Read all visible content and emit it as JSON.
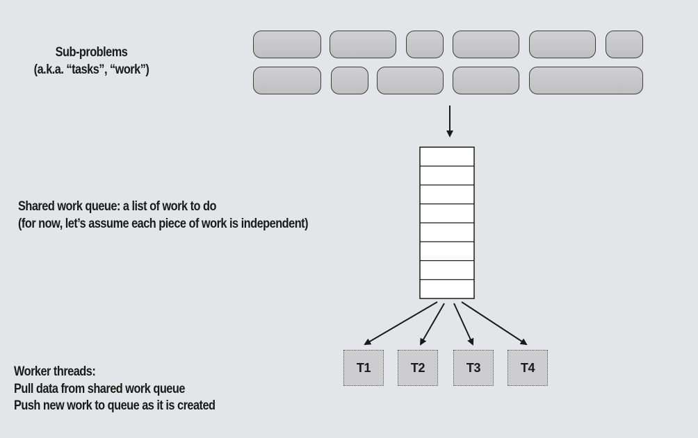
{
  "labels": {
    "subproblems_line1": "Sub-problems",
    "subproblems_line2": "(a.k.a. “tasks”, “work”)",
    "queue_line1": "Shared work queue: a list of work to do",
    "queue_line2": "(for now, let’s assume each piece of work is independent)",
    "worker_line1": "Worker threads:",
    "worker_line2": "Pull data from shared work queue",
    "worker_line3": "Push new work to queue as it is created"
  },
  "threads": [
    {
      "label": "T1"
    },
    {
      "label": "T2"
    },
    {
      "label": "T3"
    },
    {
      "label": "T4"
    }
  ],
  "queue": {
    "slots": 8
  },
  "colors": {
    "background": "#e4e5e9",
    "task_fill": "#c7c7c9",
    "outline": "#1a1a1a"
  }
}
